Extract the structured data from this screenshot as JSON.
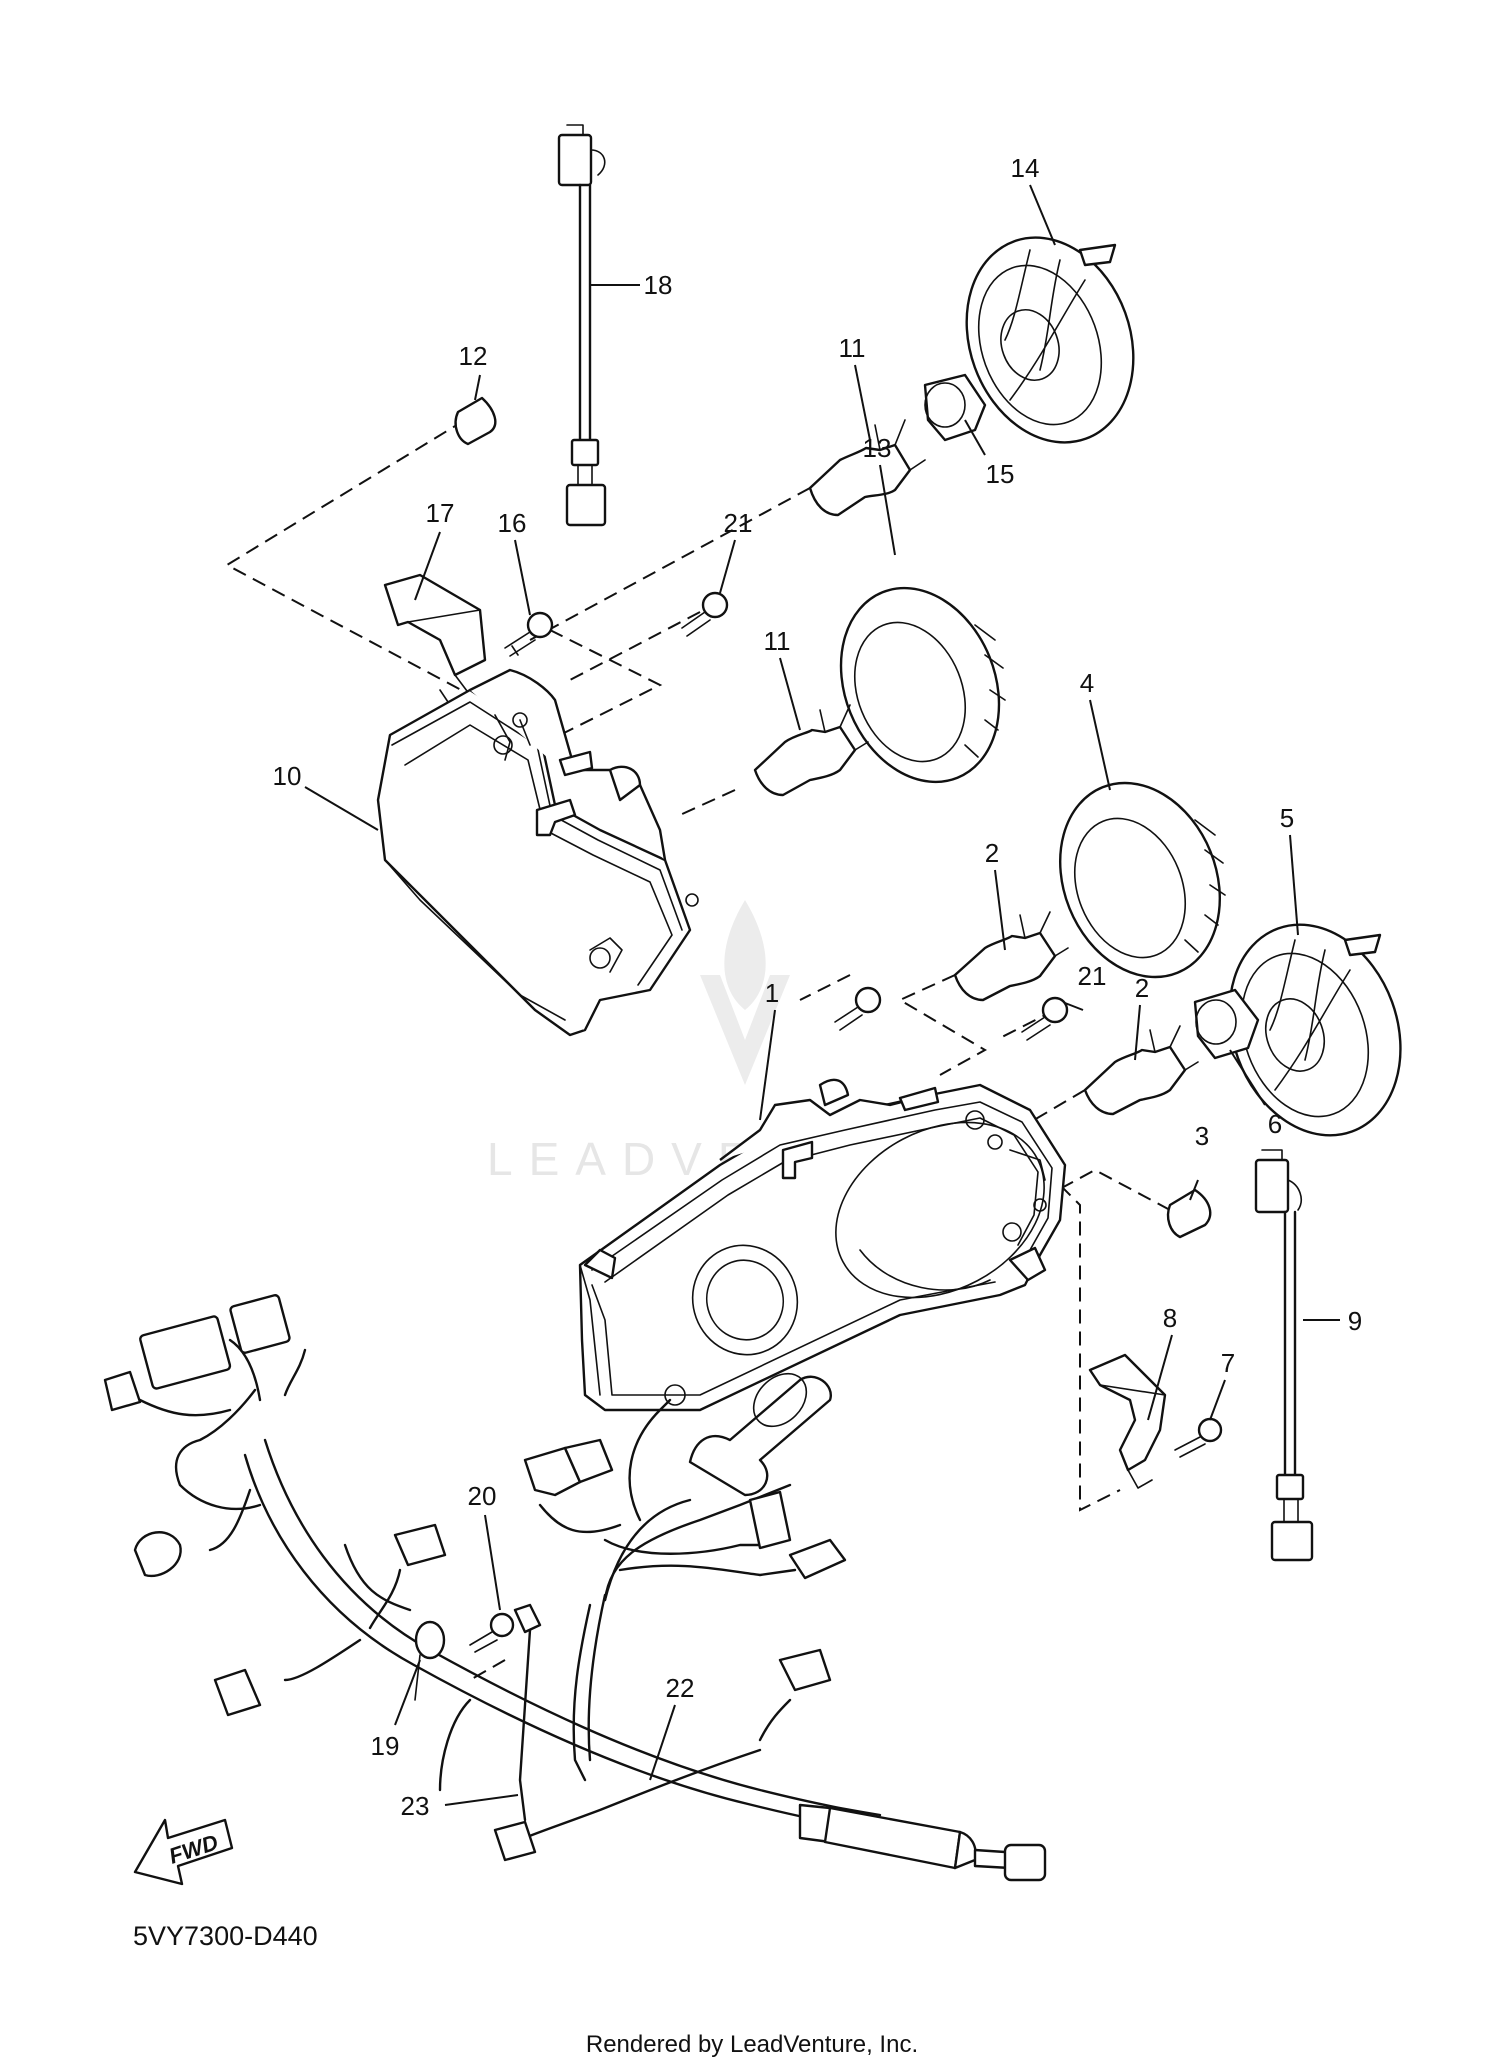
{
  "diagram_code": "5VY7300-D440",
  "footer_text": "Rendered by LeadVenture, Inc.",
  "watermark_text": "LEADVENTURE",
  "fwd_label": "FWD",
  "callouts": [
    {
      "id": "c1",
      "label": "1"
    },
    {
      "id": "c2a",
      "label": "2"
    },
    {
      "id": "c2b",
      "label": "2"
    },
    {
      "id": "c3",
      "label": "3"
    },
    {
      "id": "c4",
      "label": "4"
    },
    {
      "id": "c5",
      "label": "5"
    },
    {
      "id": "c6",
      "label": "6"
    },
    {
      "id": "c7",
      "label": "7"
    },
    {
      "id": "c8",
      "label": "8"
    },
    {
      "id": "c9",
      "label": "9"
    },
    {
      "id": "c10",
      "label": "10"
    },
    {
      "id": "c11a",
      "label": "11"
    },
    {
      "id": "c11b",
      "label": "11"
    },
    {
      "id": "c12",
      "label": "12"
    },
    {
      "id": "c13",
      "label": "13"
    },
    {
      "id": "c14",
      "label": "14"
    },
    {
      "id": "c15",
      "label": "15"
    },
    {
      "id": "c16",
      "label": "16"
    },
    {
      "id": "c17",
      "label": "17"
    },
    {
      "id": "c18",
      "label": "18"
    },
    {
      "id": "c19",
      "label": "19"
    },
    {
      "id": "c20",
      "label": "20"
    },
    {
      "id": "c21a",
      "label": "21"
    },
    {
      "id": "c21b",
      "label": "21"
    },
    {
      "id": "c22",
      "label": "22"
    },
    {
      "id": "c23",
      "label": "23"
    }
  ]
}
